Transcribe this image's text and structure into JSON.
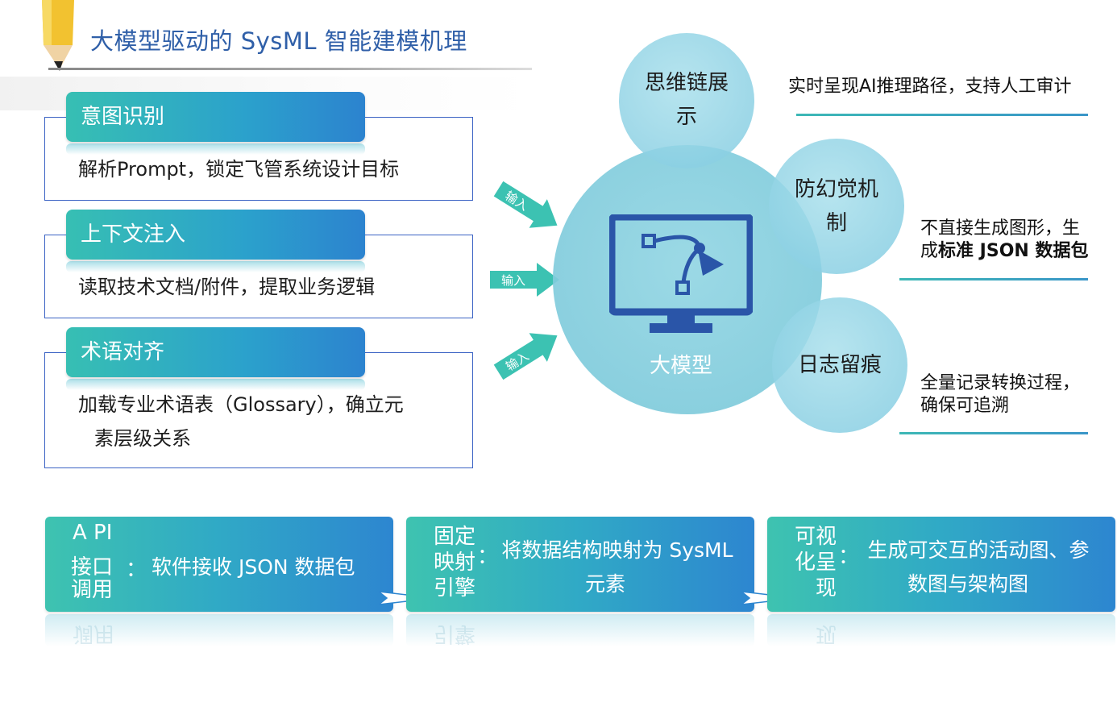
{
  "title": "大模型驱动的 SysML 智能建模机理",
  "cards": [
    {
      "head": "意图识别",
      "text": "解析Prompt，锁定飞管系统设计目标"
    },
    {
      "head": "上下文注入",
      "text": "读取技术文档/附件，提取业务逻辑"
    },
    {
      "head": "术语对齐",
      "text_line1": "加载专业术语表（Glossary），确立元",
      "text_line2": "素层级关系"
    }
  ],
  "input_label": "输入",
  "core": {
    "label": "大模型",
    "monitor_icon": "monitor-vector-curve-icon"
  },
  "satellites": [
    {
      "line1": "思维链展",
      "line2": "示"
    },
    {
      "line1": "防幻觉机",
      "line2": "制"
    },
    {
      "line1": "日志留痕"
    }
  ],
  "notes": {
    "cot": "实时呈现AI推理路径，支持人工审计",
    "anti_line1": "不直接生成图形，生",
    "anti_line2_a": "成",
    "anti_line2_b": "标准 JSON 数据包",
    "log_line1": "全量记录转换过程，",
    "log_line2": "确保可追溯"
  },
  "bars": [
    {
      "name_top": "A PI",
      "name_l1": "接口",
      "name_l2": "调用",
      "colon": "：",
      "desc": "软件接收 JSON 数据包",
      "reflect": "调用"
    },
    {
      "name_l1": "固定",
      "name_l2": "映射",
      "name_l3": "引擎",
      "colon": "：",
      "desc_l1": "将数据结构映射为 SysML",
      "desc_l2": "元素",
      "reflect": "引擎"
    },
    {
      "name_l1": "可视",
      "name_l2": "化呈",
      "name_l3": "现",
      "colon": "：",
      "desc_l1": "生成可交互的活动图、参",
      "desc_l2": "数图与架构图",
      "reflect": "现"
    }
  ],
  "colors": {
    "title": "#2f5fa8",
    "teal": "#37bfb3",
    "blue": "#2c83cf",
    "icon": "#2a55a8",
    "circle": "#8fd0e0"
  }
}
